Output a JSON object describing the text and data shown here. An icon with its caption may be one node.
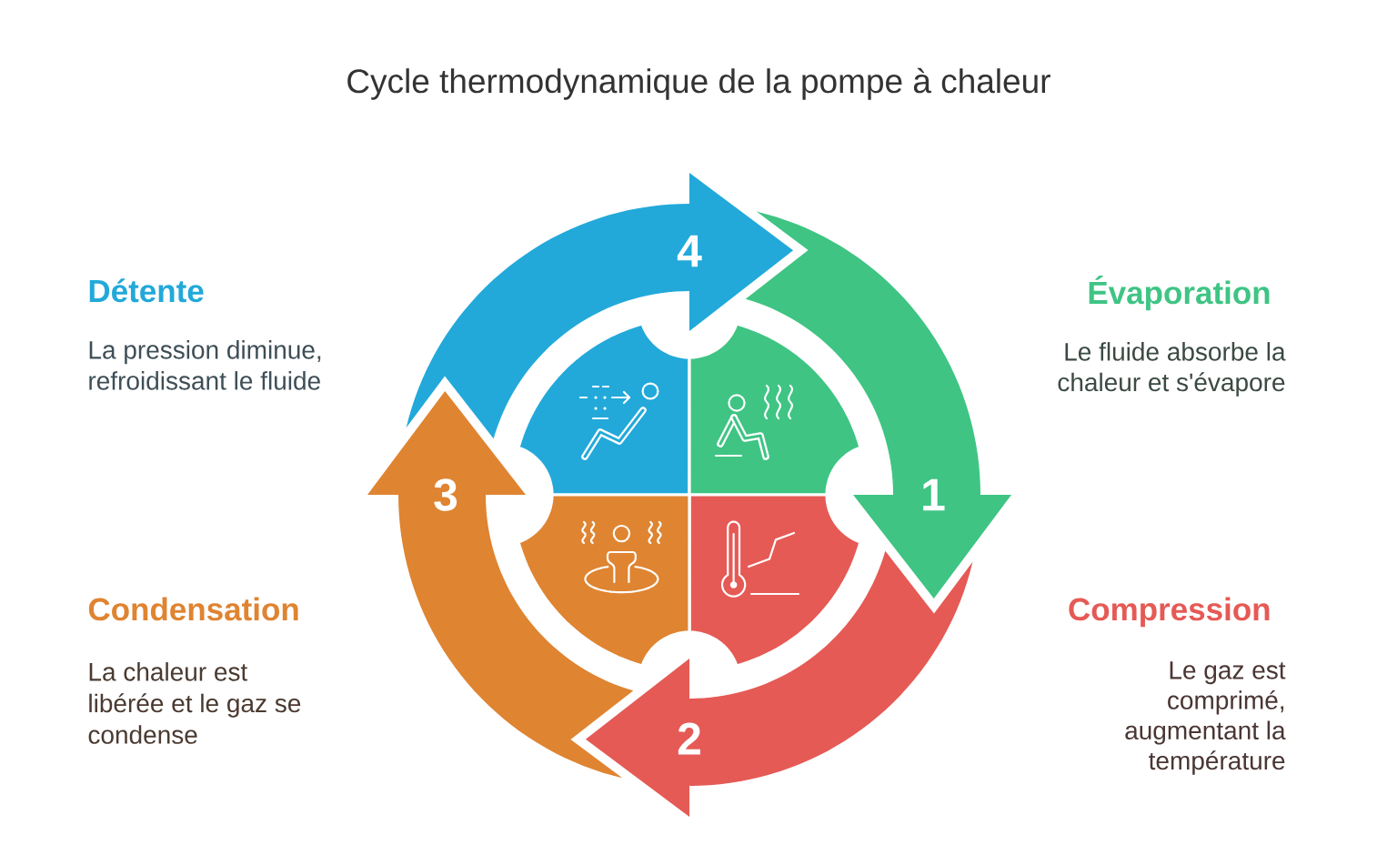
{
  "diagram": {
    "title": "Cycle thermodynamique de la pompe à chaleur",
    "nodes": [
      {
        "text": [
          "1"
        ],
        "beside": [
          "Évaporation",
          "Le fluide absorbe la chaleur et s'évapore"
        ]
      },
      {
        "text": [
          "2"
        ],
        "beside": [
          "Compression",
          "Le gaz est comprimé, augmentant la température"
        ]
      },
      {
        "text": [
          "3"
        ],
        "beside": [
          "Condensation",
          "La chaleur est libérée et le gaz se condense"
        ]
      },
      {
        "text": [
          "4"
        ],
        "beside": [
          "Détente",
          "La pression diminue, refroidissant le fluide"
        ]
      }
    ]
  }
}
